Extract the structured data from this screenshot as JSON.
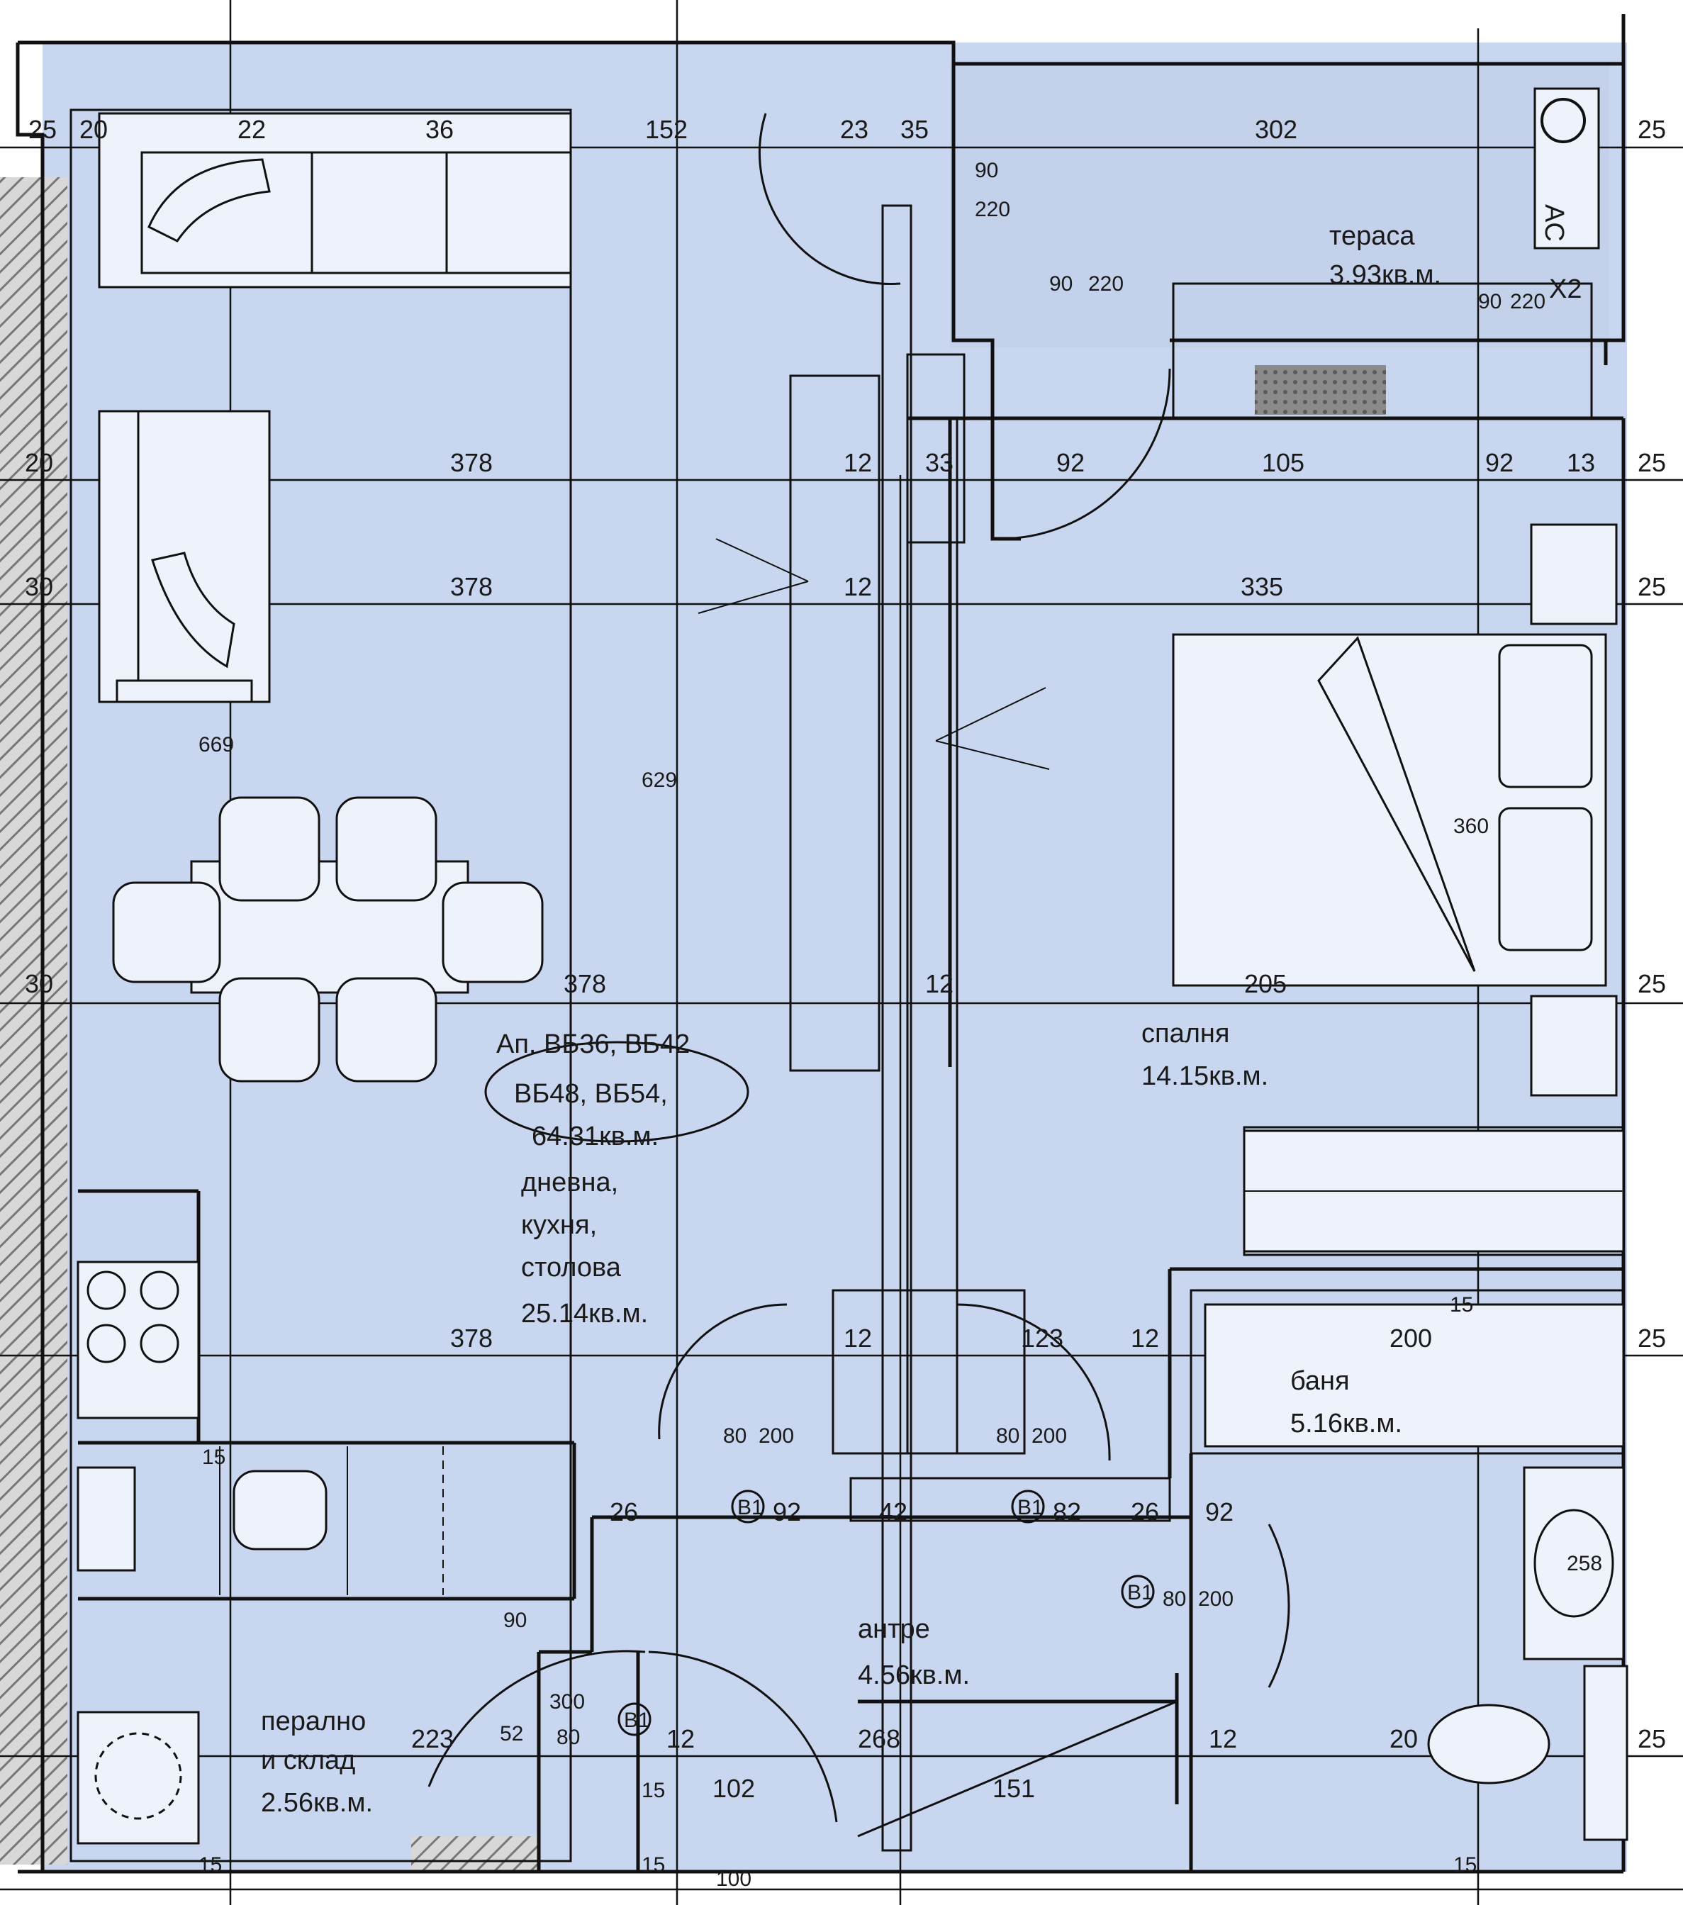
{
  "colors": {
    "floor": "#c9d6ef",
    "wall": "#111111",
    "hatch": "#9a9a9a"
  },
  "rooms": {
    "terrace": {
      "name": "тераса",
      "area": "3.93кв.м."
    },
    "living": {
      "tag1": "Ап. ВБ36, ВБ42",
      "tag2": "ВБ48, ВБ54,",
      "total": "64.31кв.м.",
      "l1": "дневна,",
      "l2": "кухня,",
      "l3": "столова",
      "area": "25.14кв.м."
    },
    "bedroom": {
      "name": "спалня",
      "area": "14.15кв.м."
    },
    "bath": {
      "name": "баня",
      "area": "5.16кв.м."
    },
    "hall": {
      "name": "антре",
      "area": "4.56кв.м."
    },
    "laundry": {
      "l1": "перално",
      "l2": "и склад",
      "area": "2.56кв.м."
    }
  },
  "labels": {
    "ac": "AC",
    "x2": "X2"
  },
  "dimensions": {
    "d25a": "25",
    "d20a": "20",
    "d22": "22",
    "d36": "36",
    "d152": "152",
    "d23": "23",
    "d35": "35",
    "d302": "302",
    "d25b": "25",
    "d90": "90",
    "d220": "220",
    "d90b": "90",
    "d220b": "220",
    "d90c": "90",
    "d220c": "220",
    "d20b": "20",
    "d378a": "378",
    "d12a": "12",
    "d33": "33",
    "d92a": "92",
    "d105": "105",
    "d92b": "92",
    "d13": "13",
    "d25c": "25",
    "d30a": "30",
    "d378b": "378",
    "d12b": "12",
    "d335": "335",
    "d25d": "25",
    "d669": "669",
    "d629": "629",
    "d30b": "30",
    "d378c": "378",
    "d12c": "12",
    "d205": "205",
    "d25e": "25",
    "d360": "360",
    "d378d": "378",
    "d12d": "12",
    "d123": "123",
    "d12e": "12",
    "d200": "200",
    "d25f": "25",
    "d15": "15",
    "d80a": "80",
    "d200a": "200",
    "d80b": "80",
    "d200b": "200",
    "d26a": "26",
    "d92c": "92",
    "d42": "42",
    "d82": "82",
    "d26b": "26",
    "d92d": "92",
    "d80c": "80",
    "d200c": "200",
    "d258": "258",
    "d90d": "90",
    "d300": "300",
    "d80d": "80",
    "d223": "223",
    "d52": "52",
    "d12f": "12",
    "d268": "268",
    "d12g": "12",
    "d20c": "20",
    "d25g": "25",
    "d15b": "15",
    "d102": "102",
    "d151": "151",
    "d15c": "15",
    "d15d": "15",
    "d15e": "15",
    "d100": "100",
    "d15f": "15",
    "b1": "B1",
    "b2": "B1",
    "b3": "B1",
    "b4": "B1"
  }
}
